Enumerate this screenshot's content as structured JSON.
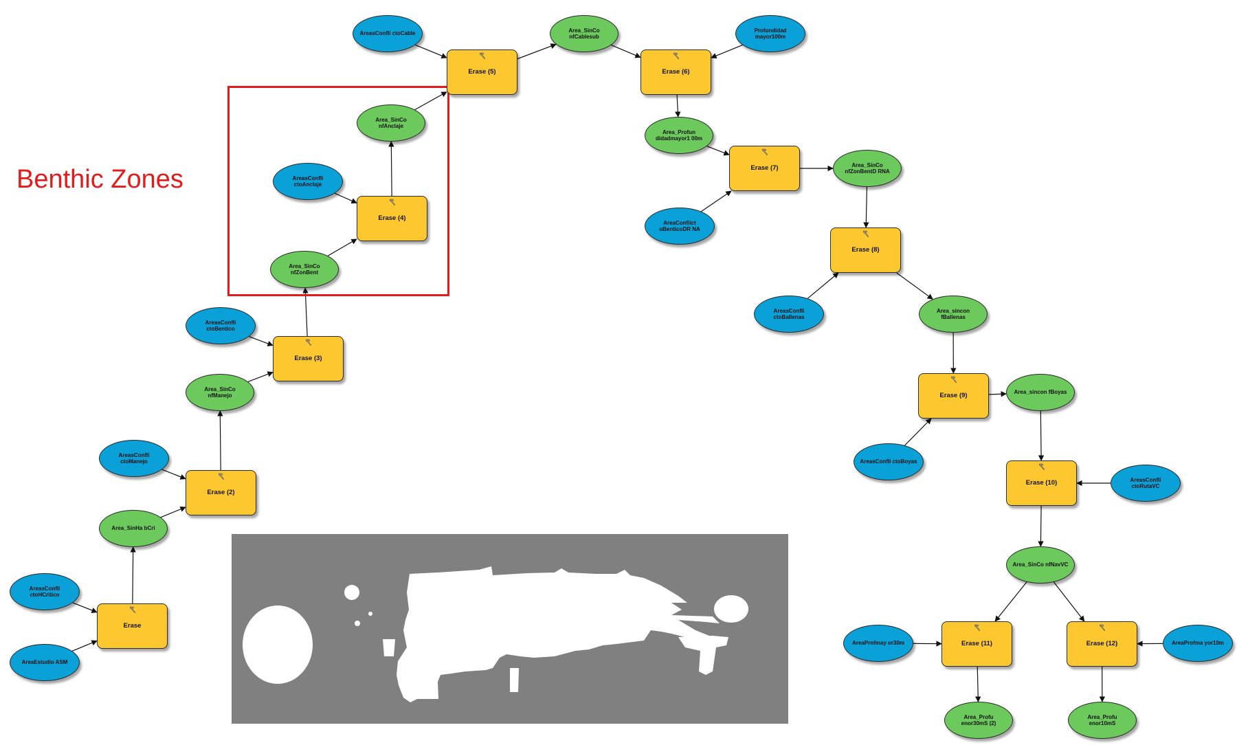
{
  "annotation": {
    "label": "Benthic Zones",
    "color": "#e31b1b"
  },
  "colors": {
    "input_data": "#0aa0d8",
    "derived_data": "#6cc95c",
    "tool": "#fdc82f",
    "map_background": "#808080",
    "map_land": "#ffffff"
  },
  "nodes": [
    {
      "id": "n_estudio",
      "kind": "input",
      "label": "AreaEstudio ASM"
    },
    {
      "id": "n_hcritico",
      "kind": "input",
      "label": "AreasConfli ctoHCritico"
    },
    {
      "id": "t_erase",
      "kind": "tool",
      "label": "Erase"
    },
    {
      "id": "o_sinhab",
      "kind": "output",
      "label": "Area_SinHa bCri"
    },
    {
      "id": "n_manejo",
      "kind": "input",
      "label": "AreasConfli ctoManejo"
    },
    {
      "id": "t_erase2",
      "kind": "tool",
      "label": "Erase (2)"
    },
    {
      "id": "o_sinmanejo",
      "kind": "output",
      "label": "Area_SinCo nfManejo"
    },
    {
      "id": "n_bentico",
      "kind": "input",
      "label": "AreasConfli ctoBentico"
    },
    {
      "id": "t_erase3",
      "kind": "tool",
      "label": "Erase (3)"
    },
    {
      "id": "o_zonbent",
      "kind": "output",
      "label": "Area_SinCo nfZonBent"
    },
    {
      "id": "n_anclaje",
      "kind": "input",
      "label": "AreasConfli ctoAnclaje"
    },
    {
      "id": "t_erase4",
      "kind": "tool",
      "label": "Erase (4)"
    },
    {
      "id": "o_anclaje",
      "kind": "output",
      "label": "Area_SinCo nfAnclaje"
    },
    {
      "id": "n_cable",
      "kind": "input",
      "label": "AreasConfli ctoCable"
    },
    {
      "id": "t_erase5",
      "kind": "tool",
      "label": "Erase (5)"
    },
    {
      "id": "o_cablesub",
      "kind": "output",
      "label": "Area_SinCo nfCablesub"
    },
    {
      "id": "n_prof100",
      "kind": "input",
      "label": "Profundidad mayor100m"
    },
    {
      "id": "t_erase6",
      "kind": "tool",
      "label": "Erase (6)"
    },
    {
      "id": "o_profund",
      "kind": "output",
      "label": "Area_Profun didadmayor1 00m"
    },
    {
      "id": "n_benticodrna",
      "kind": "input",
      "label": "AreaConflict oBenticoDR NA"
    },
    {
      "id": "t_erase7",
      "kind": "tool",
      "label": "Erase (7)"
    },
    {
      "id": "o_zonbentdrna",
      "kind": "output",
      "label": "Area_SinCo nfZonBentD RNA"
    },
    {
      "id": "n_balletas",
      "kind": "input",
      "label": "AreasConfli ctoBallenas"
    },
    {
      "id": "t_erase8",
      "kind": "tool",
      "label": "Erase (8)"
    },
    {
      "id": "o_balletas",
      "kind": "output",
      "label": "Area_sincon fBallenas"
    },
    {
      "id": "n_boyas",
      "kind": "input",
      "label": "AreasConfli ctoBoyas"
    },
    {
      "id": "t_erase9",
      "kind": "tool",
      "label": "Erase (9)"
    },
    {
      "id": "o_boyas",
      "kind": "output",
      "label": "Area_sincon fBoyas"
    },
    {
      "id": "n_rutavc",
      "kind": "input",
      "label": "AreasConfli ctoRutaVC"
    },
    {
      "id": "t_erase10",
      "kind": "tool",
      "label": "Erase (10)"
    },
    {
      "id": "o_navvc",
      "kind": "output",
      "label": "Area_SinCo nfNavVC"
    },
    {
      "id": "n_profmay30",
      "kind": "input",
      "label": "AreaProfmay or30m"
    },
    {
      "id": "t_erase11",
      "kind": "tool",
      "label": "Erase (11)"
    },
    {
      "id": "o_prof30",
      "kind": "output",
      "label": "Area_Profu enor30mS (2)"
    },
    {
      "id": "n_profmay10",
      "kind": "input",
      "label": "AreaProfma yor10m"
    },
    {
      "id": "t_erase12",
      "kind": "tool",
      "label": "Erase (12)"
    },
    {
      "id": "o_prof10",
      "kind": "output",
      "label": "Area_Profu enor10mS"
    }
  ]
}
